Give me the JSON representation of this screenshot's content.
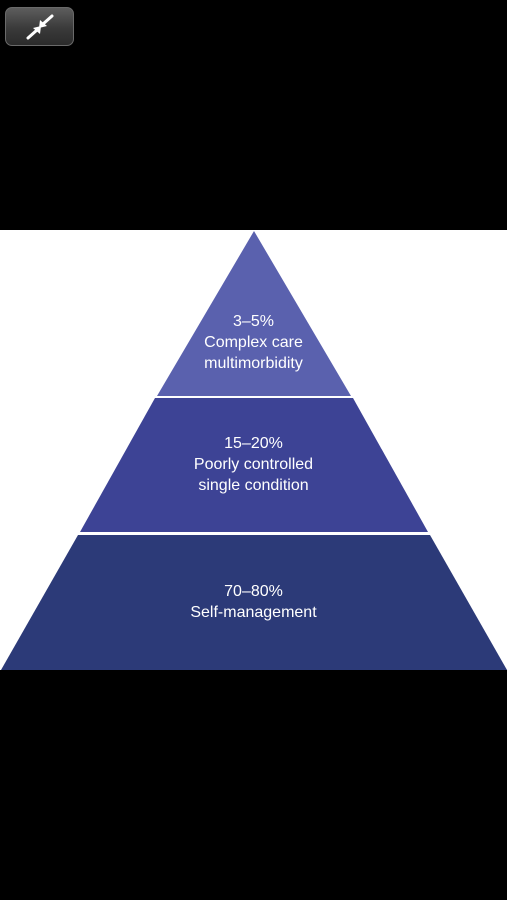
{
  "viewer": {
    "exit_fullscreen_icon": "arrows-inward-icon"
  },
  "pyramid": {
    "tiers": [
      {
        "percent": "3–5%",
        "line1": "Complex care",
        "line2": "multimorbidity",
        "color": "#5a61ae"
      },
      {
        "percent": "15–20%",
        "line1": "Poorly controlled",
        "line2": "single condition",
        "color": "#3d4395"
      },
      {
        "percent": "70–80%",
        "line1": "Self-management",
        "line2": "",
        "color": "#2c3a78"
      }
    ]
  }
}
